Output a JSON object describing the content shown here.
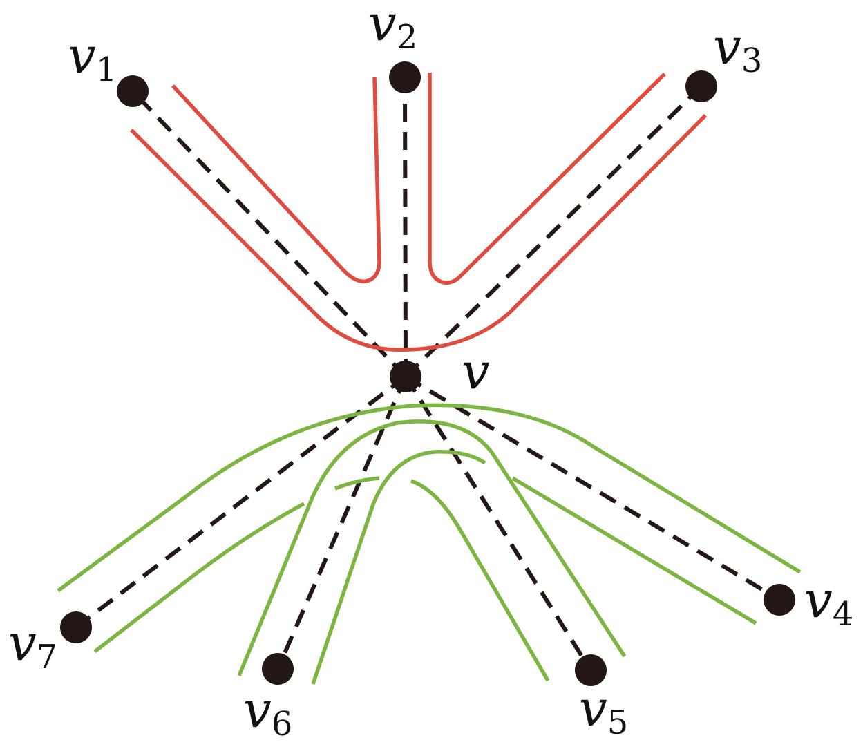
{
  "diagram": {
    "colors": {
      "vertex": "#231815",
      "edge": "#231815",
      "upper_paths": "#e04a3f",
      "lower_paths": "#7db543"
    },
    "center": {
      "name": "v",
      "label": "v"
    },
    "vertices": [
      {
        "id": "v1",
        "base": "v",
        "sub": "1"
      },
      {
        "id": "v2",
        "base": "v",
        "sub": "2"
      },
      {
        "id": "v3",
        "base": "v",
        "sub": "3"
      },
      {
        "id": "v4",
        "base": "v",
        "sub": "4"
      },
      {
        "id": "v5",
        "base": "v",
        "sub": "5"
      },
      {
        "id": "v6",
        "base": "v",
        "sub": "6"
      },
      {
        "id": "v7",
        "base": "v",
        "sub": "7"
      }
    ]
  }
}
